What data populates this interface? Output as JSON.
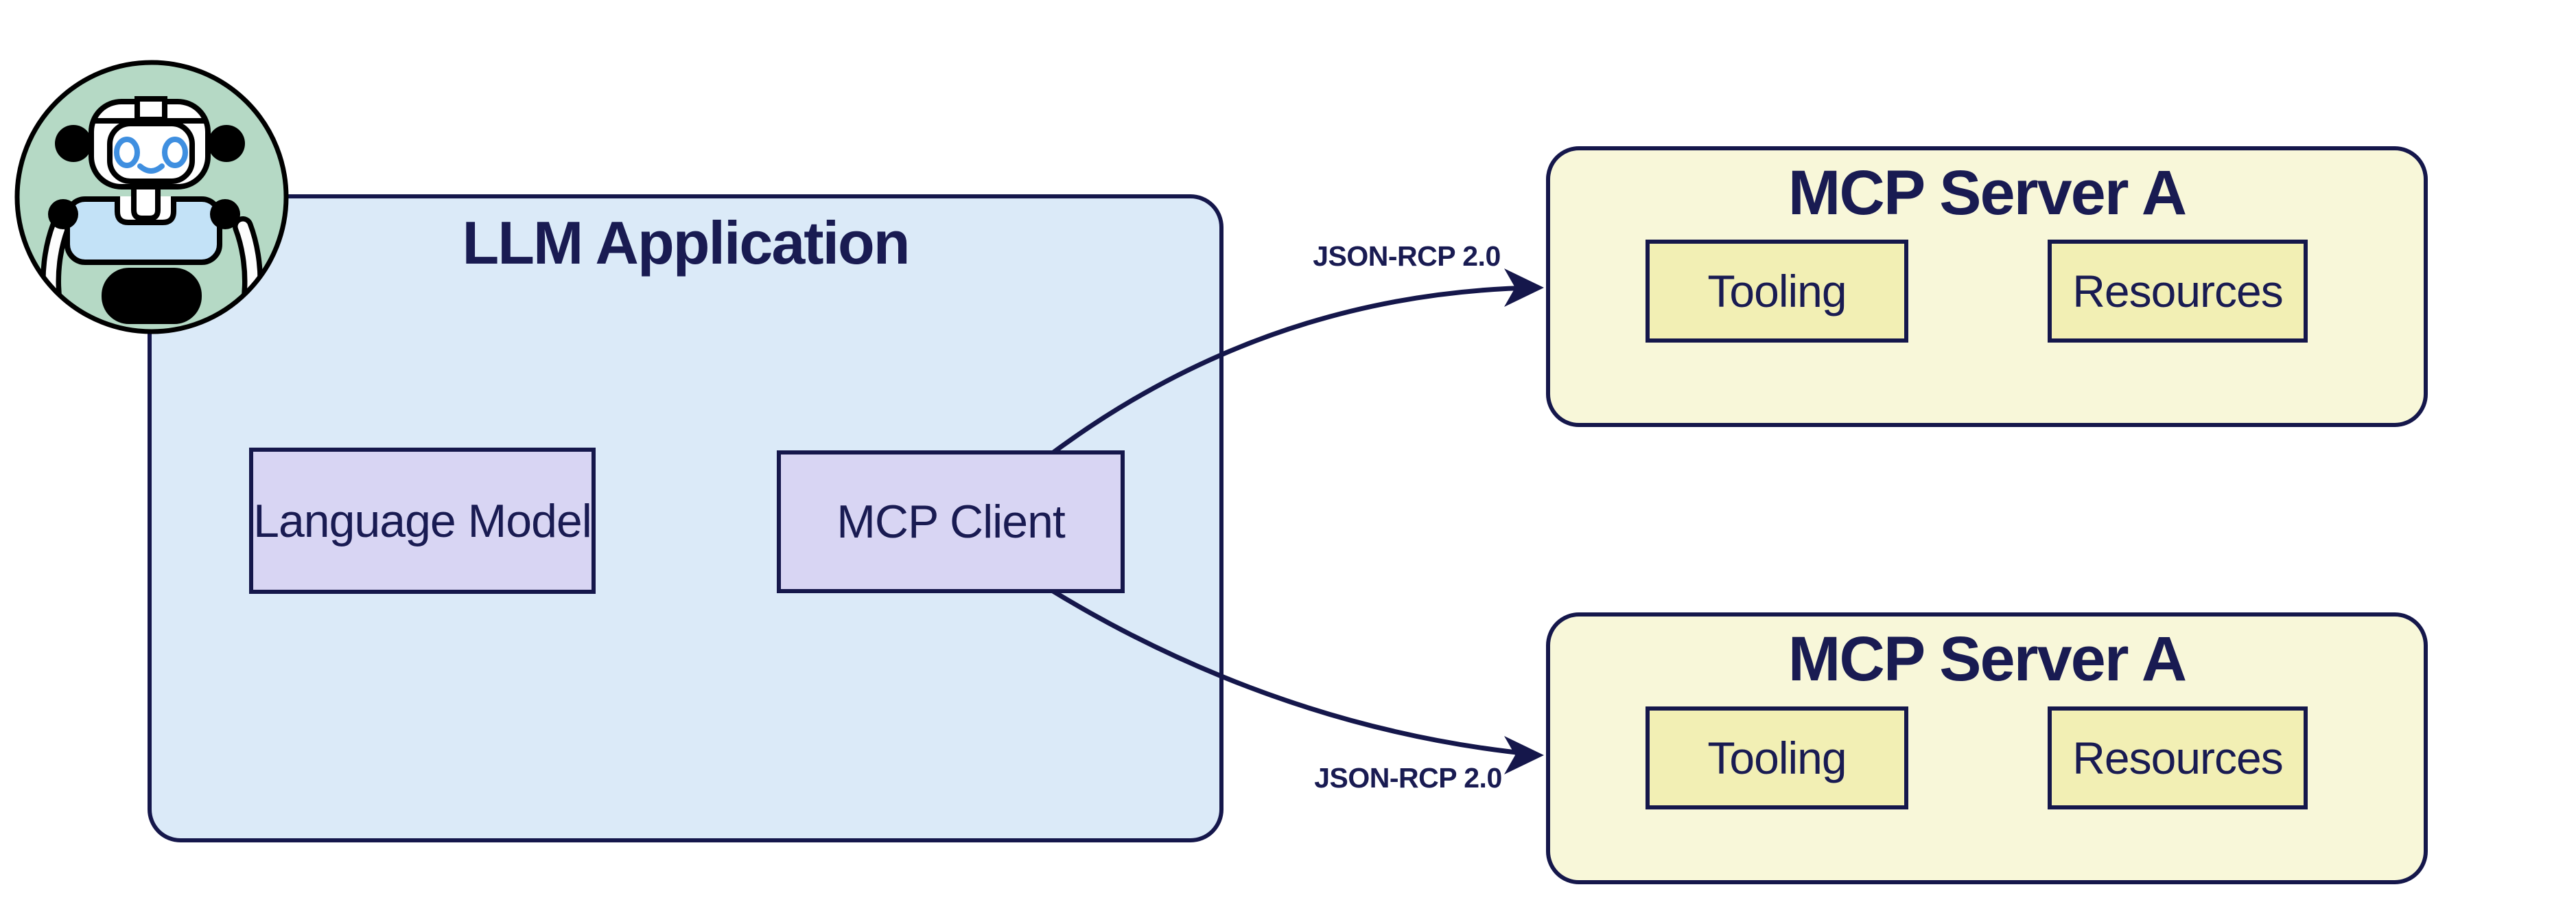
{
  "diagram": {
    "app": {
      "title": "LLM Application",
      "nodes": [
        {
          "label": "Language Model"
        },
        {
          "label": "MCP Client"
        }
      ]
    },
    "servers": [
      {
        "title": "MCP Server A",
        "nodes": [
          {
            "label": "Tooling"
          },
          {
            "label": "Resources"
          }
        ]
      },
      {
        "title": "MCP Server A",
        "nodes": [
          {
            "label": "Tooling"
          },
          {
            "label": "Resources"
          }
        ]
      }
    ],
    "edges": [
      {
        "from": "MCP Client",
        "to": "MCP Server A (top)",
        "label": "JSON-RCP 2.0"
      },
      {
        "from": "MCP Client",
        "to": "MCP Server A (bottom)",
        "label": "JSON-RCP 2.0"
      }
    ],
    "mascot": {
      "icon": "robot-avatar-icon"
    },
    "colors": {
      "ink_navy": "#15174b",
      "text_navy": "#191b52",
      "app_fill": "#dbeaf8",
      "node_purple_fill": "#d8d5f3",
      "server_fill": "#f8f7d9",
      "server_node_fill": "#f2efb4",
      "mascot_circle_mint": "#b5d9c5",
      "robot_chest_blue": "#c3e2f7",
      "robot_eye_blue": "#3f8fe0",
      "background": "#ffffff"
    }
  }
}
